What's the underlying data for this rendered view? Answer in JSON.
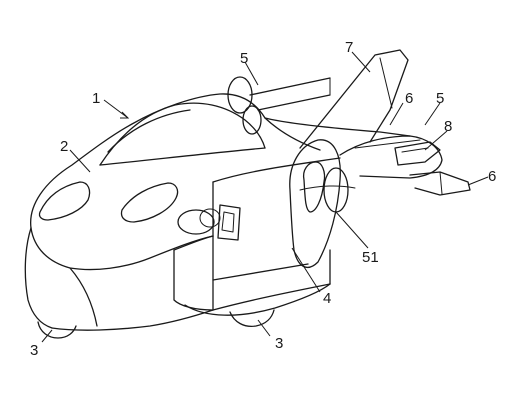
{
  "figure": {
    "reference_numerals": [
      {
        "key": "body",
        "label": "1"
      },
      {
        "key": "cockpit",
        "label": "2"
      },
      {
        "key": "wheel_front",
        "label": "3"
      },
      {
        "key": "wheel_rear",
        "label": "3"
      },
      {
        "key": "side_panel",
        "label": "4"
      },
      {
        "key": "propeller_upper",
        "label": "5"
      },
      {
        "key": "propeller_right",
        "label": "5"
      },
      {
        "key": "wing_root",
        "label": "6"
      },
      {
        "key": "wing_tip",
        "label": "6"
      },
      {
        "key": "tail_fin",
        "label": "7"
      },
      {
        "key": "hinge",
        "label": "8"
      },
      {
        "key": "propeller_hub",
        "label": "51"
      }
    ]
  }
}
